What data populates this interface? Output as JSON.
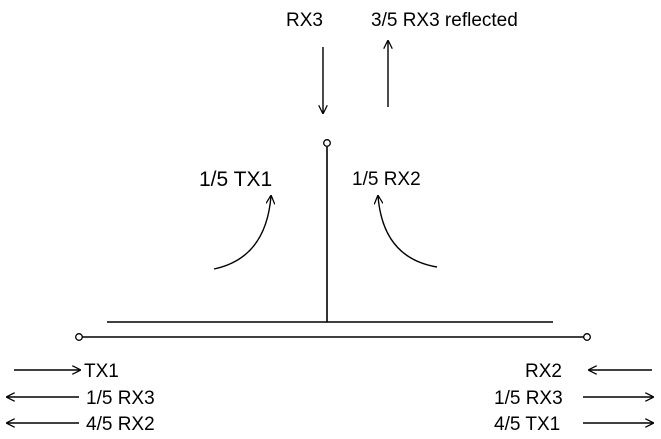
{
  "diagram": {
    "top": {
      "rx3_label": "RX3",
      "reflected_label": "3/5 RX3 reflected"
    },
    "stub": {
      "left_label": "1/5 TX1",
      "right_label": "1/5 RX2"
    },
    "left_port": {
      "line1": "TX1",
      "line2": "1/5 RX3",
      "line3": "4/5 RX2"
    },
    "right_port": {
      "line1": "RX2",
      "line2": "1/5 RX3",
      "line3": "4/5 TX1"
    }
  }
}
